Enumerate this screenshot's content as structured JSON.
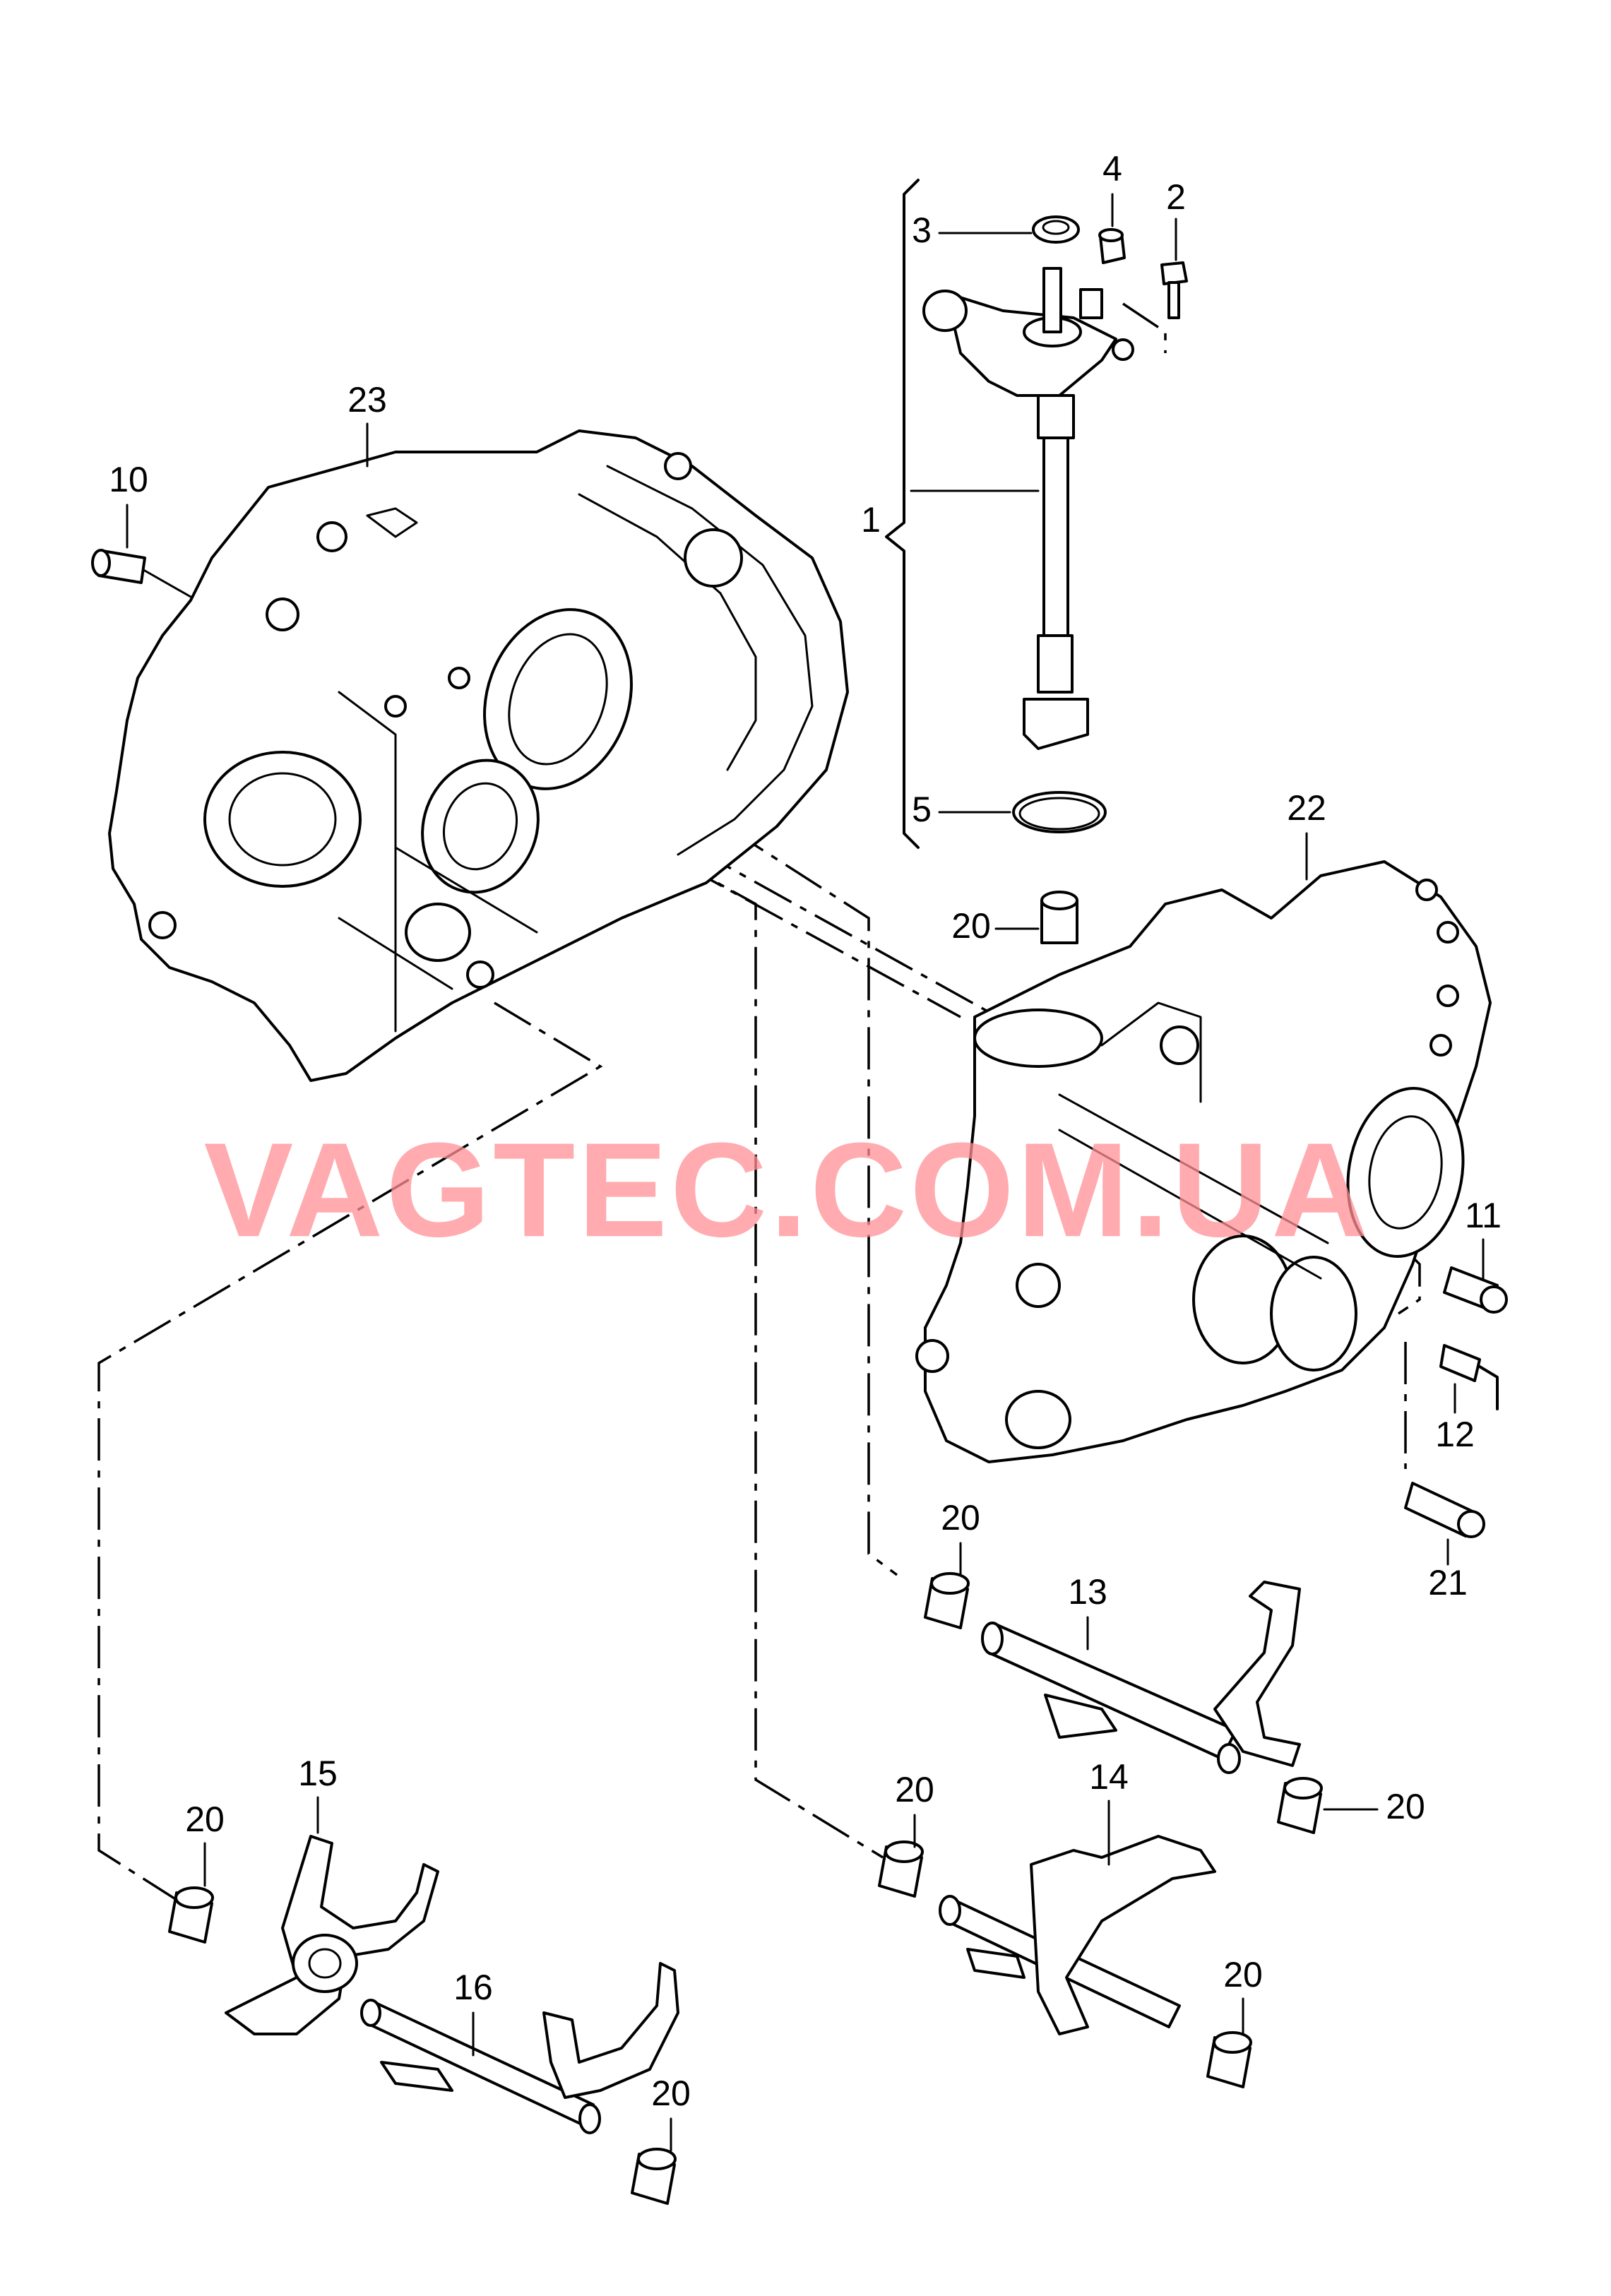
{
  "diagram": {
    "watermark": "VAGTEC.COM.UA",
    "callouts": [
      {
        "id": "c1",
        "text": "1"
      },
      {
        "id": "c2",
        "text": "2"
      },
      {
        "id": "c3",
        "text": "3"
      },
      {
        "id": "c4",
        "text": "4"
      },
      {
        "id": "c5",
        "text": "5"
      },
      {
        "id": "c10",
        "text": "10"
      },
      {
        "id": "c11",
        "text": "11"
      },
      {
        "id": "c12",
        "text": "12"
      },
      {
        "id": "c13",
        "text": "13"
      },
      {
        "id": "c14",
        "text": "14"
      },
      {
        "id": "c15",
        "text": "15"
      },
      {
        "id": "c16",
        "text": "16"
      },
      {
        "id": "c20a",
        "text": "20"
      },
      {
        "id": "c20b",
        "text": "20"
      },
      {
        "id": "c20c",
        "text": "20"
      },
      {
        "id": "c20d",
        "text": "20"
      },
      {
        "id": "c20e",
        "text": "20"
      },
      {
        "id": "c20f",
        "text": "20"
      },
      {
        "id": "c20g",
        "text": "20"
      },
      {
        "id": "c21",
        "text": "21"
      },
      {
        "id": "c22",
        "text": "22"
      },
      {
        "id": "c23",
        "text": "23"
      }
    ]
  }
}
